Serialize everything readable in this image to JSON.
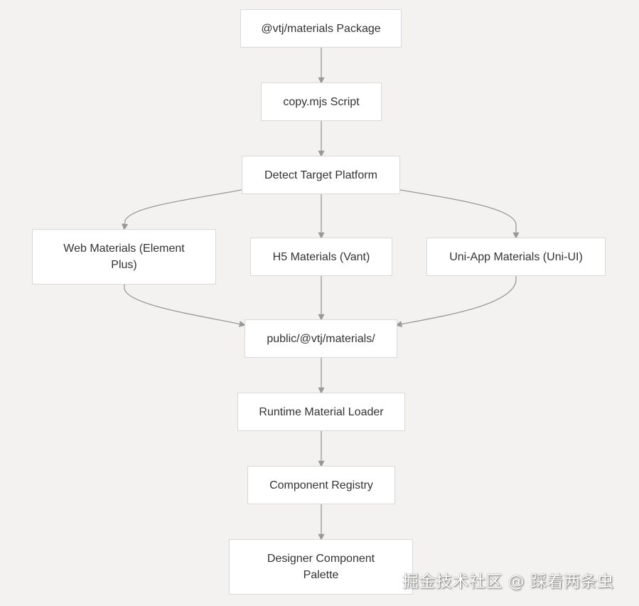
{
  "diagram": {
    "nodes": {
      "package": "@vtj/materials Package",
      "copy_script": "copy.mjs Script",
      "detect": "Detect Target Platform",
      "web": "Web Materials (Element Plus)",
      "h5": "H5 Materials (Vant)",
      "uniapp": "Uni-App Materials (Uni-UI)",
      "public": "public/@vtj/materials/",
      "loader": "Runtime Material Loader",
      "registry": "Component Registry",
      "palette": "Designer Component Palette"
    }
  },
  "watermark": "掘金技术社区 @ 踩着两条虫",
  "colors": {
    "background": "#f3f2f0",
    "node_fill": "#ffffff",
    "node_border": "#d9d9d9",
    "edge": "#999999",
    "text": "#333333"
  }
}
